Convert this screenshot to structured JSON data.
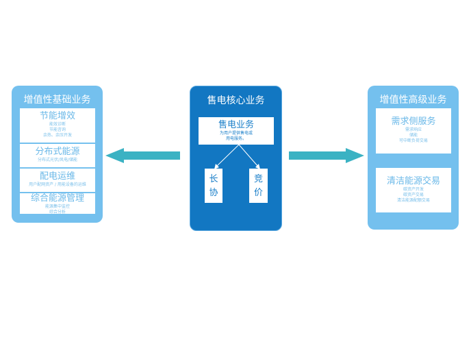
{
  "colors": {
    "light_panel": "#74c0ee",
    "core_panel": "#1277c2",
    "arrow": "#3bb2c3"
  },
  "left": {
    "title": "增值性基础业务",
    "items": [
      {
        "title": "节能增效",
        "lines": [
          "能效诊断",
          "节能咨询",
          "余热、余压开发"
        ]
      },
      {
        "title": "分布式能源",
        "lines": [
          "分布式光伏/风电/储能"
        ]
      },
      {
        "title": "配电运维",
        "lines": [
          "用户配网资产 / 用能设备的运维"
        ]
      },
      {
        "title": "综合能源管理",
        "lines": [
          "能源集中监控",
          "综合分析"
        ]
      }
    ]
  },
  "center": {
    "title": "售电核心业务",
    "main": {
      "title": "售电业务",
      "lines": [
        "为用户提供售电或",
        "用电服务。"
      ]
    },
    "sub": [
      "长协",
      "竞价"
    ]
  },
  "right": {
    "title": "增值性高级业务",
    "items": [
      {
        "title": "需求侧服务",
        "lines": [
          "需求响应",
          "储能",
          "可中断负荷交易"
        ]
      },
      {
        "title": "清洁能源交易",
        "lines": [
          "碳资产开发",
          "碳资产交易",
          "清洁能源配额交易"
        ]
      }
    ]
  }
}
